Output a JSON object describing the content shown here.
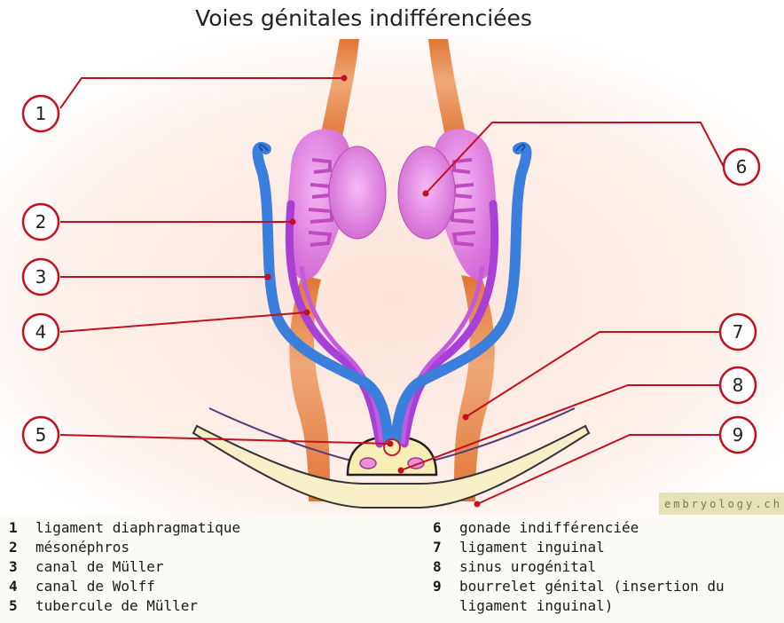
{
  "title": "Voies génitales indifférenciées",
  "watermark": "embryology.ch",
  "callouts": [
    "1",
    "2",
    "3",
    "4",
    "5",
    "6",
    "7",
    "8",
    "9"
  ],
  "colors": {
    "ligament": "#e8773a",
    "mesonephros": "#e07fe0",
    "gonad": "#d86ad8",
    "muller_duct": "#3c7fdc",
    "wolff_duct": "#b24bd8",
    "leader_line": "#c4101e",
    "sinus_fill": "#f6eeb2",
    "background_glow": "#fbe6df"
  },
  "legend": {
    "left": [
      {
        "num": "1",
        "text": "ligament diaphragmatique"
      },
      {
        "num": "2",
        "text": "mésonéphros"
      },
      {
        "num": "3",
        "text": "canal de Müller"
      },
      {
        "num": "4",
        "text": "canal de Wolff"
      },
      {
        "num": "5",
        "text": "tubercule de Müller"
      }
    ],
    "right": [
      {
        "num": "6",
        "text": "gonade indifférenciée"
      },
      {
        "num": "7",
        "text": "ligament inguinal"
      },
      {
        "num": "8",
        "text": "sinus urogénital"
      },
      {
        "num": "9",
        "text": "bourrelet génital (insertion du"
      },
      {
        "num": "",
        "text": "ligament inguinal)"
      }
    ]
  }
}
